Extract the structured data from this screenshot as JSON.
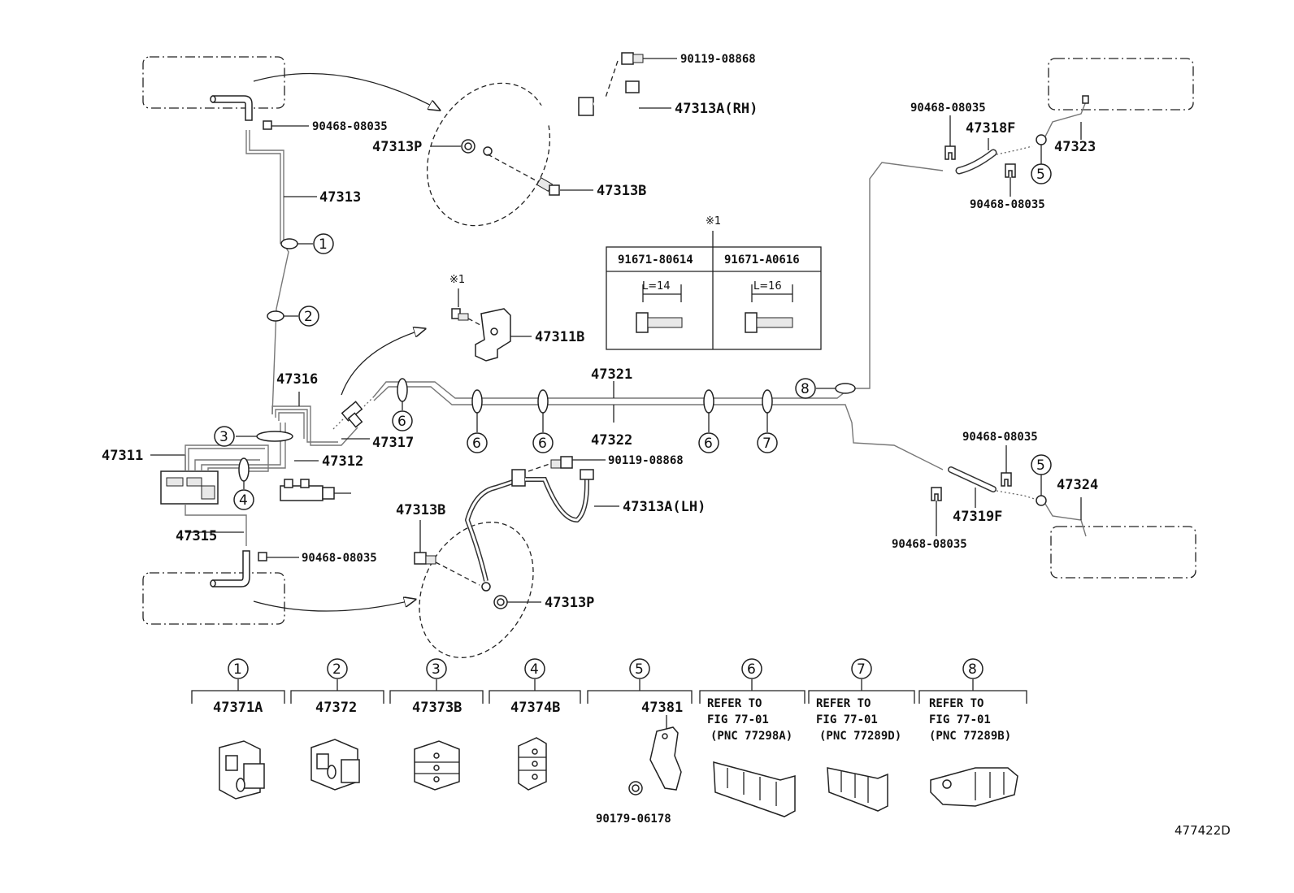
{
  "diagram_id": "477422D",
  "note_mark": "※1",
  "callouts": [
    "1",
    "2",
    "3",
    "4",
    "5",
    "6",
    "7",
    "8"
  ],
  "parts": {
    "p90119_top": "90119-08868",
    "p47313A_RH": "47313A(RH)",
    "p90468_top": "90468-08035",
    "p47313P_top": "47313P",
    "p47313B_top": "47313B",
    "p47313": "47313",
    "p47311B": "47311B",
    "p47316": "47316",
    "p47317": "47317",
    "p47311": "47311",
    "p47312": "47312",
    "p47315": "47315",
    "p90468_left": "90468-08035",
    "p47321": "47321",
    "p47322": "47322",
    "p90119_mid": "90119-08868",
    "p47313B_low": "47313B",
    "p47313A_LH": "47313A(LH)",
    "p47313P_low": "47313P",
    "p90468_r1": "90468-08035",
    "p47318F": "47318F",
    "p47323": "47323",
    "p90468_r2": "90468-08035",
    "p90468_r3": "90468-08035",
    "p47324": "47324",
    "p47319F": "47319F",
    "p90468_r4": "90468-08035"
  },
  "bolt_table": {
    "note": "※1",
    "columns": [
      {
        "part": "91671-80614",
        "length": "L=14"
      },
      {
        "part": "91671-A0616",
        "length": "L=16"
      }
    ]
  },
  "legend": [
    {
      "num": "1",
      "part": "47371A"
    },
    {
      "num": "2",
      "part": "47372"
    },
    {
      "num": "3",
      "part": "47373B"
    },
    {
      "num": "4",
      "part": "47374B"
    },
    {
      "num": "5",
      "part": "47381",
      "sub": "90179-06178"
    },
    {
      "num": "6",
      "refer": [
        "REFER TO",
        "FIG 77-01",
        "(PNC 77298A)"
      ]
    },
    {
      "num": "7",
      "refer": [
        "REFER TO",
        "FIG 77-01",
        "(PNC 77289D)"
      ]
    },
    {
      "num": "8",
      "refer": [
        "REFER TO",
        "FIG 77-01",
        "(PNC 77289B)"
      ]
    }
  ]
}
